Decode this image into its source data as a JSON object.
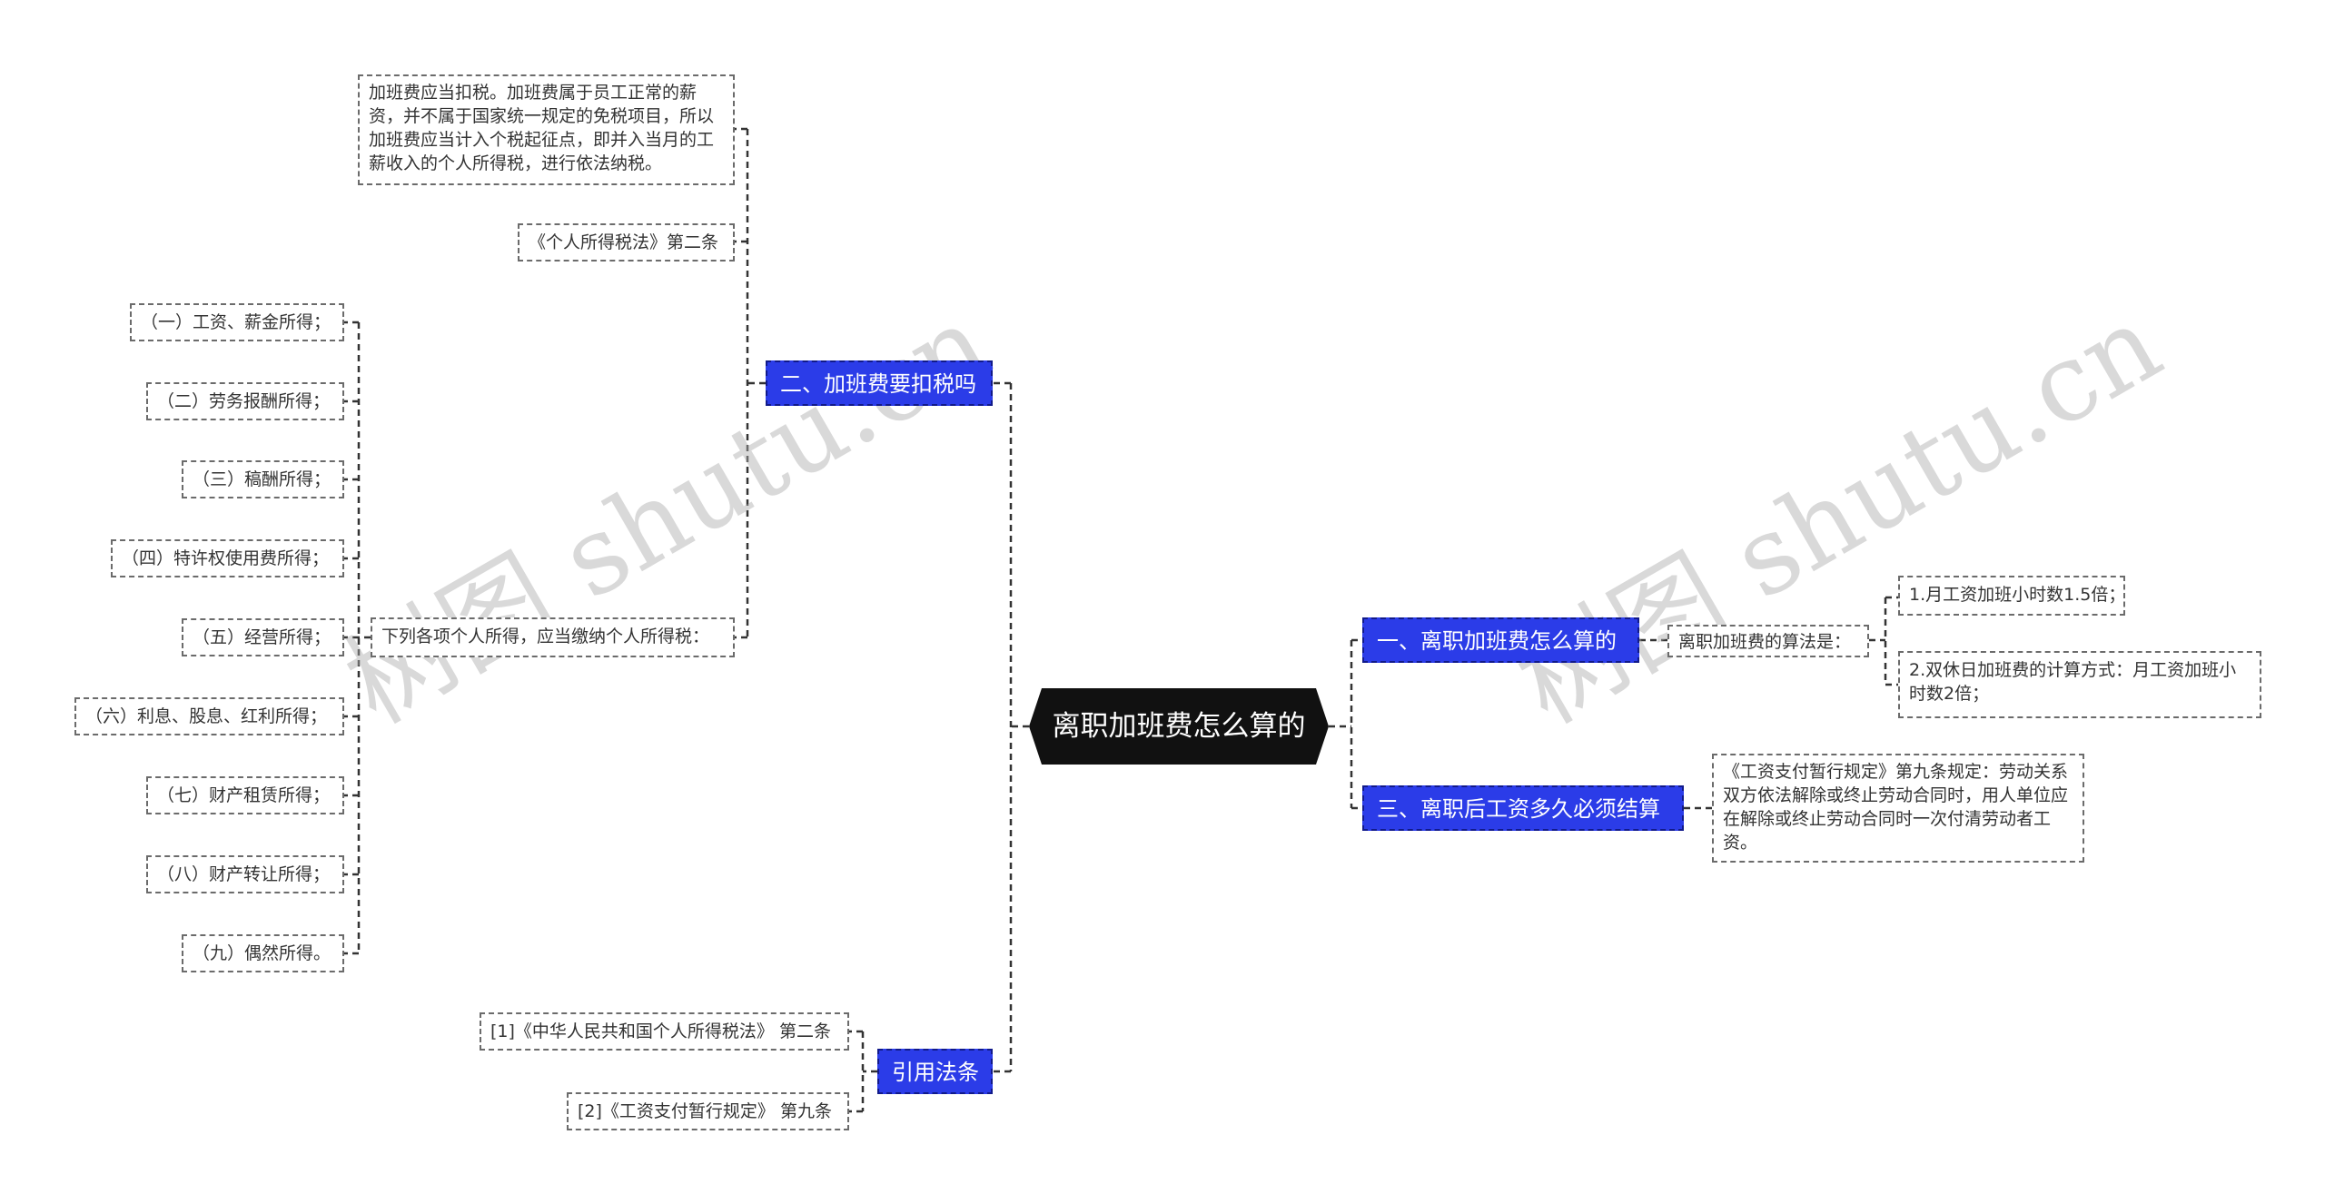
{
  "watermark": "树图 shutu.cn",
  "root": "离职加班费怎么算的",
  "branches": {
    "b1": "一、离职加班费怎么算的",
    "b2": "二、加班费要扣税吗",
    "b3": "三、离职后工资多久必须结算",
    "b4": "引用法条"
  },
  "b1": {
    "method_label": "离职加班费的算法是：",
    "items": [
      "1.月工资加班小时数1.5倍；",
      "2.双休日加班费的计算方式：月工资加班小时数2倍；"
    ]
  },
  "b2": {
    "tax_note": "加班费应当扣税。加班费属于员工正常的薪资，并不属于国家统一规定的免税项目，所以加班费应当计入个税起征点，即并入当月的工薪收入的个人所得税，进行依法纳税。",
    "law_ref": "《个人所得税法》第二条",
    "income_intro": "下列各项个人所得，应当缴纳个人所得税：",
    "incomes": [
      "（一）工资、薪金所得；",
      "（二）劳务报酬所得；",
      "（三）稿酬所得；",
      "（四）特许权使用费所得；",
      "（五）经营所得；",
      "（六）利息、股息、红利所得；",
      "（七）财产租赁所得；",
      "（八）财产转让所得；",
      "（九）偶然所得。"
    ]
  },
  "b3": {
    "detail": "《工资支付暂行规定》第九条规定：劳动关系双方依法解除或终止劳动合同时，用人单位应在解除或终止劳动合同时一次付清劳动者工资。"
  },
  "b4": {
    "refs": [
      "[1]《中华人民共和国个人所得税法》 第二条",
      "[2]《工资支付暂行规定》 第九条"
    ]
  },
  "colors": {
    "branch_fill": "#2b3ce8",
    "root_fill": "#111111",
    "connector": "#333333"
  }
}
